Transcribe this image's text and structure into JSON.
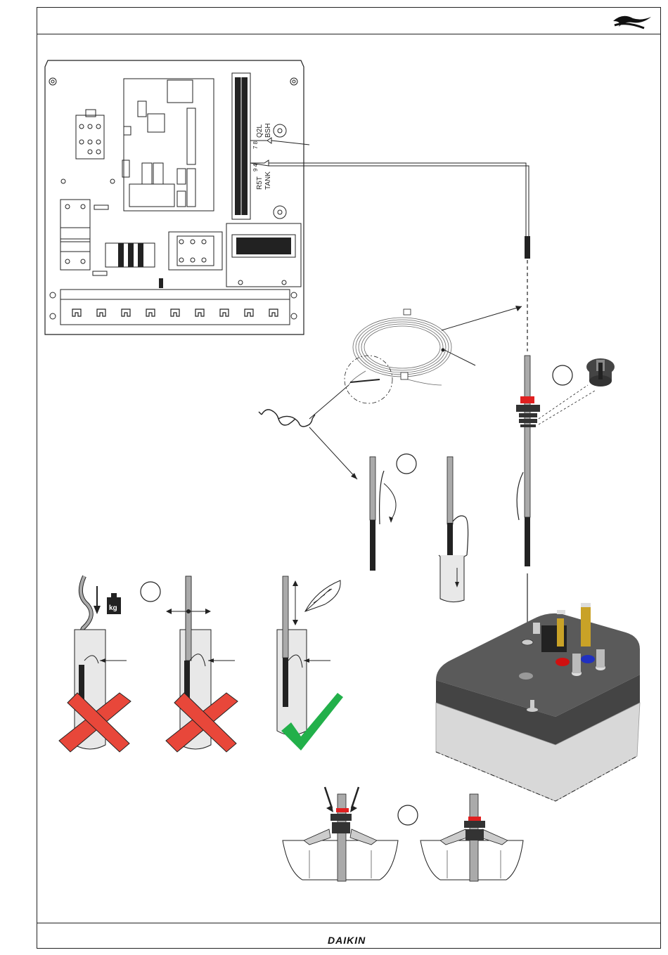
{
  "terminal_labels": {
    "q2l": "Q2L",
    "bsh": "BSH",
    "q2l_pins": "7 8",
    "r5t": "R5T",
    "tank": "TANK",
    "r5t_pins": "9 4"
  },
  "weight_label": "kg",
  "brand": "DAIKIN",
  "colors": {
    "red_sleeve": "#e02020",
    "wrong_cross": "#e8473a",
    "correct_check": "#22b04a",
    "tank_top": "#5a5a5a",
    "tank_body": "#d8d8d8"
  },
  "icons": [
    "daikin-logo-icon",
    "glasses-icon",
    "feather-icon",
    "weight-icon",
    "cross-icon",
    "checkmark-icon"
  ]
}
